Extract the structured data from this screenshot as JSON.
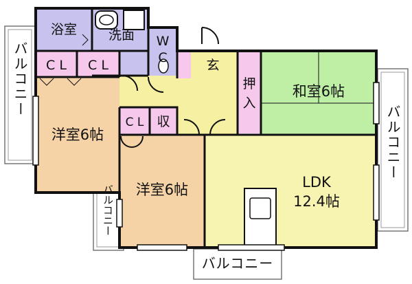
{
  "floor_plan": {
    "colors": {
      "bath": "#c7c2ee",
      "closet": "#f5c8ec",
      "western_room": "#f6d3a6",
      "hall": "#f6f1a2",
      "ldk": "#f6f4b0",
      "washitsu": "#bfeea5",
      "balcony_outline": "#888888",
      "wall": "#111111"
    },
    "rooms": {
      "bath": "浴室",
      "washroom": "洗面",
      "toilet": "W\nC",
      "closet_1": "C L",
      "closet_2": "C L",
      "closet_3": "C L",
      "storage": "収",
      "entrance": "玄",
      "oshiire": "押\n入",
      "washitsu": "和室6帖",
      "western_room_1": "洋室6帖",
      "western_room_2": "洋室6帖",
      "ldk_line1": "LDK",
      "ldk_line2": "12.4帖"
    },
    "balconies": {
      "left": "バルコニー",
      "right": "バルコニー",
      "small": "バルコニー",
      "bottom": "バルコニー"
    }
  }
}
